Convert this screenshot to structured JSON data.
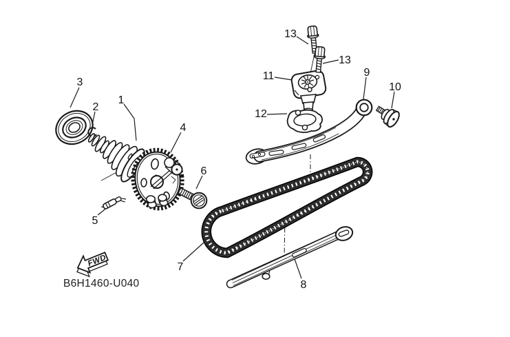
{
  "diagram": {
    "part_code": "B6H1460-U040",
    "fwd_arrow_label": "FWD"
  },
  "callouts": {
    "c1": "1",
    "c2": "2",
    "c3": "3",
    "c4": "4",
    "c5": "5",
    "c6": "6",
    "c7": "7",
    "c8": "8",
    "c9": "9",
    "c10": "10",
    "c11": "11",
    "c12": "12",
    "c13a": "13",
    "c13b": "13"
  }
}
